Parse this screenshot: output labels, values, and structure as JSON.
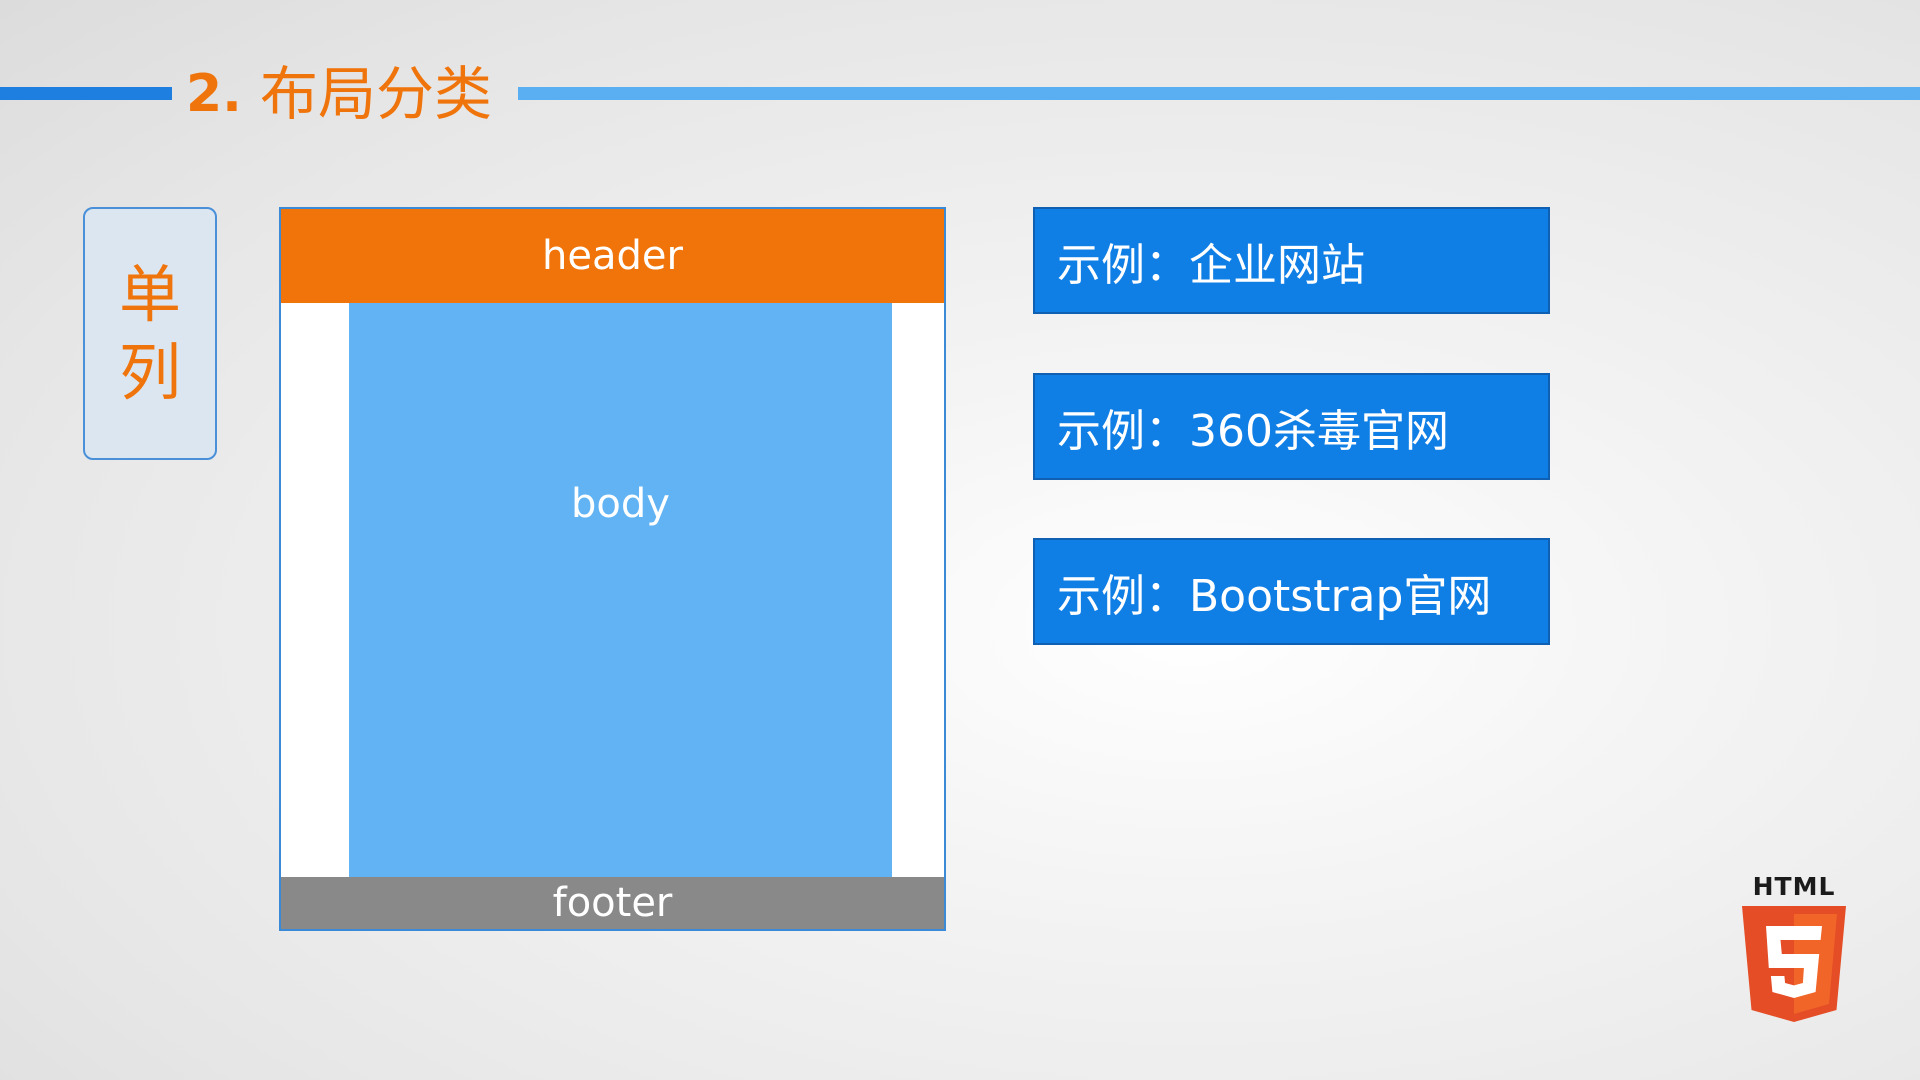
{
  "slide": {
    "title_number": "2.",
    "title_text": "布局分类",
    "tag_chars": [
      "单",
      "列"
    ],
    "diagram": {
      "header": "header",
      "body": "body",
      "footer": "footer"
    },
    "examples": [
      {
        "label": "示例：企业网站"
      },
      {
        "label": "示例：360杀毒官网"
      },
      {
        "label": "示例：Bootstrap官网"
      }
    ],
    "logo": {
      "word": "HTML",
      "number": "5"
    },
    "colors": {
      "accent_orange": "#f0740c",
      "title_line_dark": "#1f7fe0",
      "title_line_light": "#5aaef2",
      "body_blue": "#61b3f4",
      "example_blue": "#0f7fe6",
      "footer_gray": "#898989"
    }
  }
}
